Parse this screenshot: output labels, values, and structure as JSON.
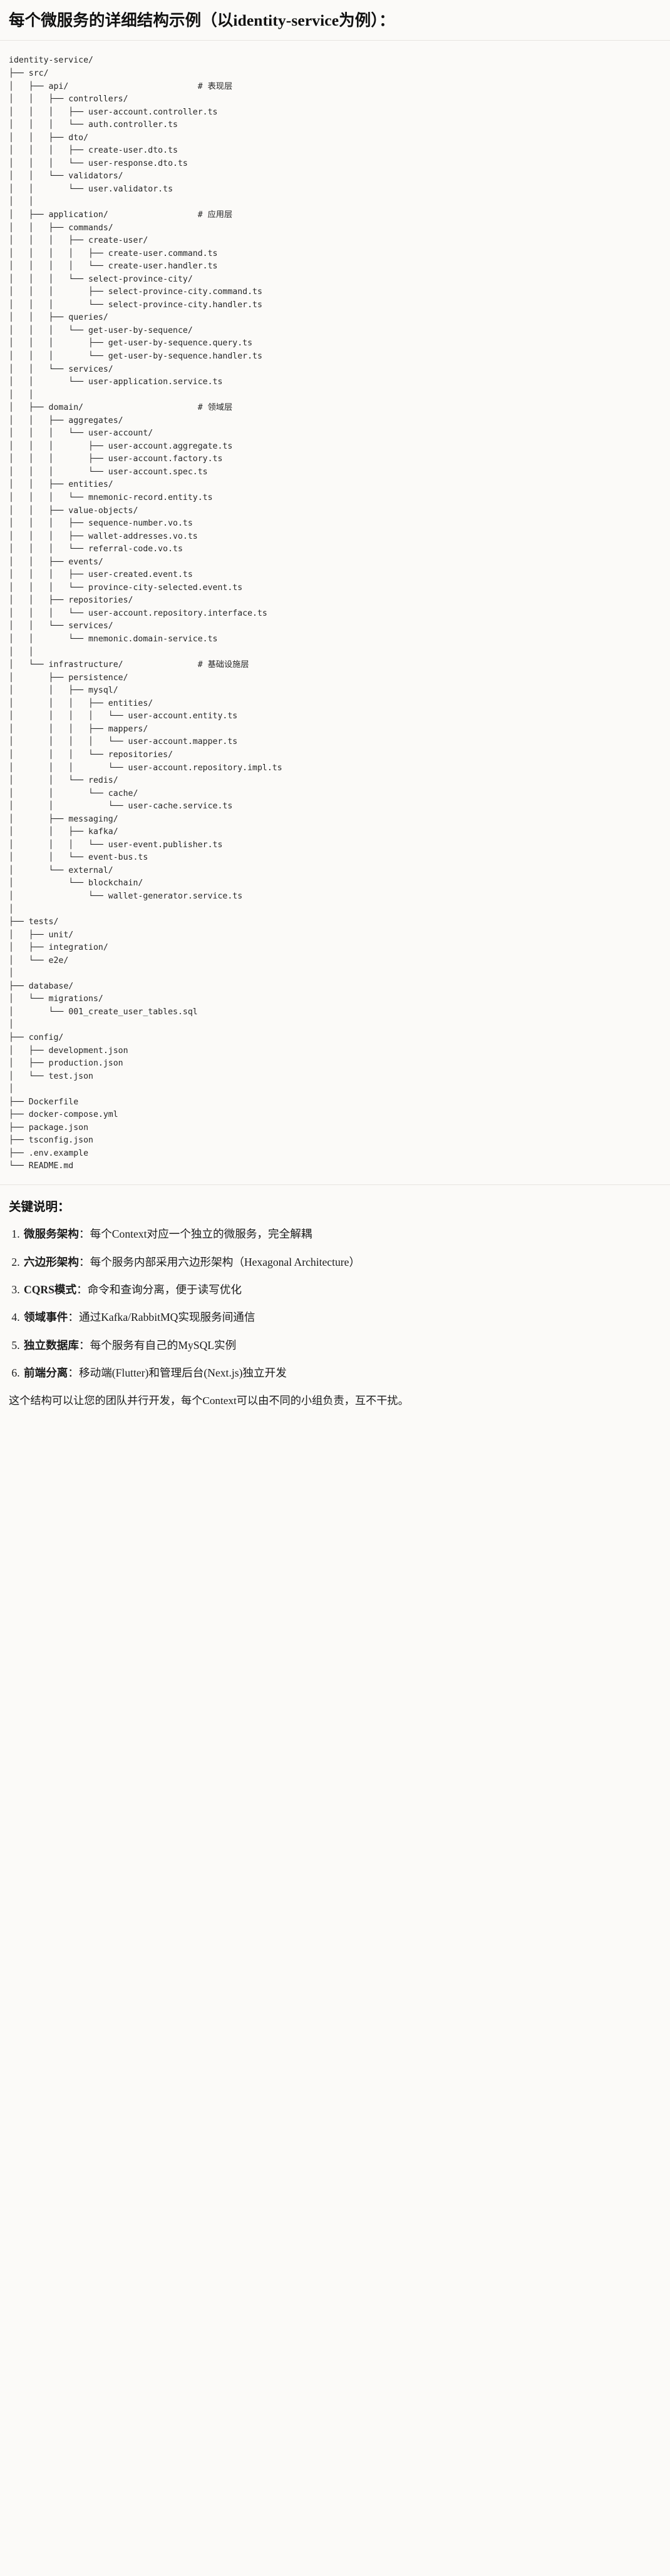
{
  "heading": "每个微服务的详细结构示例（以identity-service为例）：",
  "tree": {
    "root": "identity-service/",
    "text": "identity-service/\n├── src/\n│   ├── api/                          # 表现层\n│   │   ├── controllers/\n│   │   │   ├── user-account.controller.ts\n│   │   │   └── auth.controller.ts\n│   │   ├── dto/\n│   │   │   ├── create-user.dto.ts\n│   │   │   └── user-response.dto.ts\n│   │   └── validators/\n│   │       └── user.validator.ts\n│   │\n│   ├── application/                  # 应用层\n│   │   ├── commands/\n│   │   │   ├── create-user/\n│   │   │   │   ├── create-user.command.ts\n│   │   │   │   └── create-user.handler.ts\n│   │   │   └── select-province-city/\n│   │   │       ├── select-province-city.command.ts\n│   │   │       └── select-province-city.handler.ts\n│   │   ├── queries/\n│   │   │   └── get-user-by-sequence/\n│   │   │       ├── get-user-by-sequence.query.ts\n│   │   │       └── get-user-by-sequence.handler.ts\n│   │   └── services/\n│   │       └── user-application.service.ts\n│   │\n│   ├── domain/                       # 领域层\n│   │   ├── aggregates/\n│   │   │   └── user-account/\n│   │   │       ├── user-account.aggregate.ts\n│   │   │       ├── user-account.factory.ts\n│   │   │       └── user-account.spec.ts\n│   │   ├── entities/\n│   │   │   └── mnemonic-record.entity.ts\n│   │   ├── value-objects/\n│   │   │   ├── sequence-number.vo.ts\n│   │   │   ├── wallet-addresses.vo.ts\n│   │   │   └── referral-code.vo.ts\n│   │   ├── events/\n│   │   │   ├── user-created.event.ts\n│   │   │   └── province-city-selected.event.ts\n│   │   ├── repositories/\n│   │   │   └── user-account.repository.interface.ts\n│   │   └── services/\n│   │       └── mnemonic.domain-service.ts\n│   │\n│   └── infrastructure/               # 基础设施层\n│       ├── persistence/\n│       │   ├── mysql/\n│       │   │   ├── entities/\n│       │   │   │   └── user-account.entity.ts\n│       │   │   ├── mappers/\n│       │   │   │   └── user-account.mapper.ts\n│       │   │   └── repositories/\n│       │   │       └── user-account.repository.impl.ts\n│       │   └── redis/\n│       │       └── cache/\n│       │           └── user-cache.service.ts\n│       ├── messaging/\n│       │   ├── kafka/\n│       │   │   └── user-event.publisher.ts\n│       │   └── event-bus.ts\n│       └── external/\n│           └── blockchain/\n│               └── wallet-generator.service.ts\n│\n├── tests/\n│   ├── unit/\n│   ├── integration/\n│   └── e2e/\n│\n├── database/\n│   └── migrations/\n│       └── 001_create_user_tables.sql\n│\n├── config/\n│   ├── development.json\n│   ├── production.json\n│   └── test.json\n│\n├── Dockerfile\n├── docker-compose.yml\n├── package.json\n├── tsconfig.json\n├── .env.example\n└── README.md",
    "layer_comments": [
      {
        "path": "api/",
        "comment": "# 表现层"
      },
      {
        "path": "application/",
        "comment": "# 应用层"
      },
      {
        "path": "domain/",
        "comment": "# 领域层"
      },
      {
        "path": "infrastructure/",
        "comment": "# 基础设施层"
      }
    ]
  },
  "notes": {
    "title": "关键说明：",
    "items": [
      {
        "term": "微服务架构",
        "sep": "：",
        "desc": "每个Context对应一个独立的微服务，完全解耦"
      },
      {
        "term": "六边形架构",
        "sep": "：",
        "desc": "每个服务内部采用六边形架构（Hexagonal Architecture）"
      },
      {
        "term": "CQRS模式",
        "sep": "：",
        "desc": "命令和查询分离，便于读写优化"
      },
      {
        "term": "领域事件",
        "sep": "：",
        "desc": "通过Kafka/RabbitMQ实现服务间通信"
      },
      {
        "term": "独立数据库",
        "sep": "：",
        "desc": "每个服务有自己的MySQL实例"
      },
      {
        "term": "前端分离",
        "sep": "：",
        "desc": "移动端(Flutter)和管理后台(Next.js)独立开发"
      }
    ],
    "closing": "这个结构可以让您的团队并行开发，每个Context可以由不同的小组负责，互不干扰。"
  },
  "colors": {
    "background": "#fbfaf8",
    "text": "#1a1a1a",
    "mono_text": "#262626",
    "divider": "#e6e4e0"
  }
}
